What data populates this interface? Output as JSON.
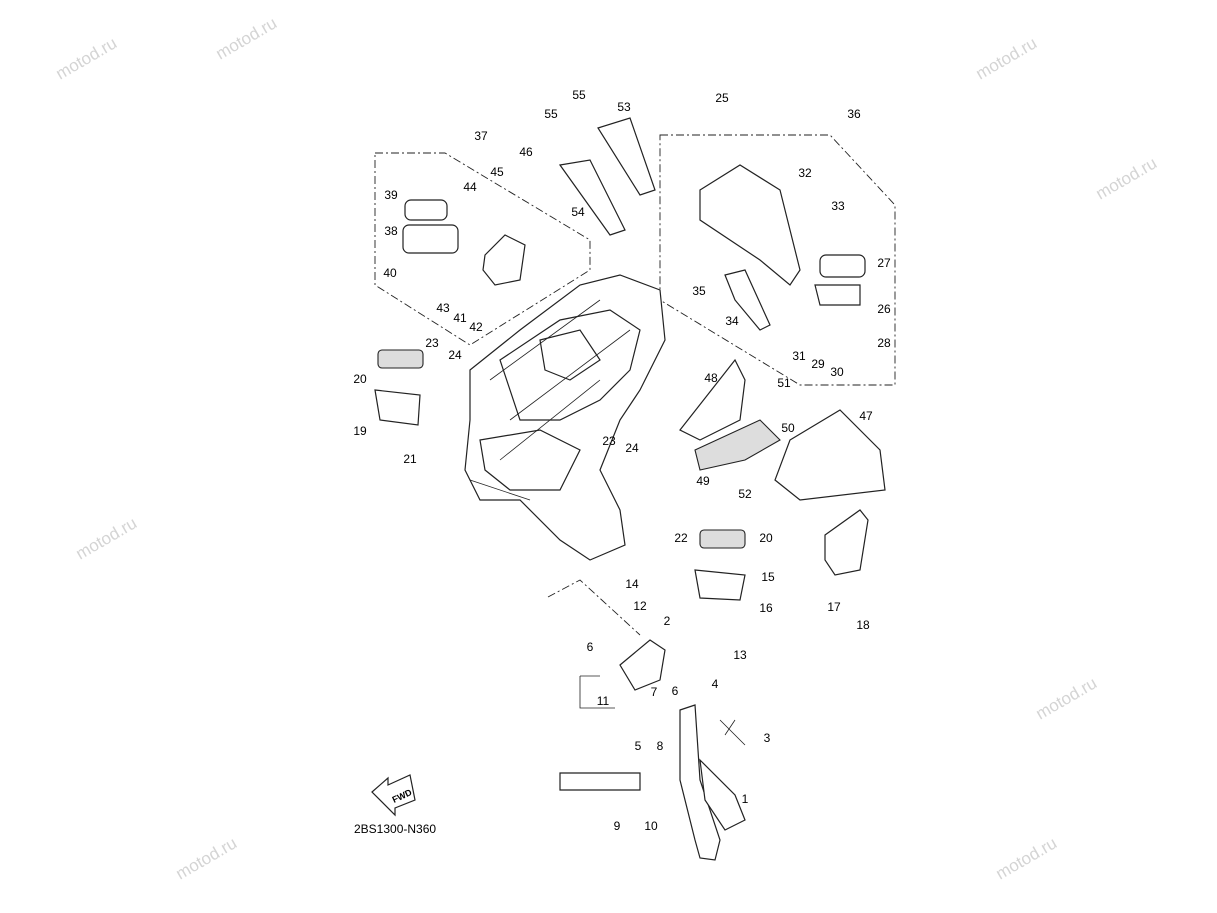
{
  "watermark": "motod.ru",
  "diagram_code": "2BS1300-N360",
  "fwd_label": "FWD",
  "callouts": [
    "55",
    "55",
    "53",
    "25",
    "36",
    "37",
    "46",
    "44",
    "45",
    "39",
    "54",
    "32",
    "33",
    "38",
    "40",
    "43",
    "41",
    "42",
    "27",
    "35",
    "26",
    "34",
    "28",
    "31",
    "29",
    "30",
    "23",
    "24",
    "20",
    "48",
    "51",
    "47",
    "19",
    "21",
    "50",
    "23",
    "24",
    "49",
    "52",
    "22",
    "20",
    "14",
    "15",
    "16",
    "17",
    "18",
    "12",
    "2",
    "13",
    "6",
    "7",
    "6",
    "4",
    "11",
    "5",
    "8",
    "3",
    "1",
    "9",
    "10"
  ]
}
